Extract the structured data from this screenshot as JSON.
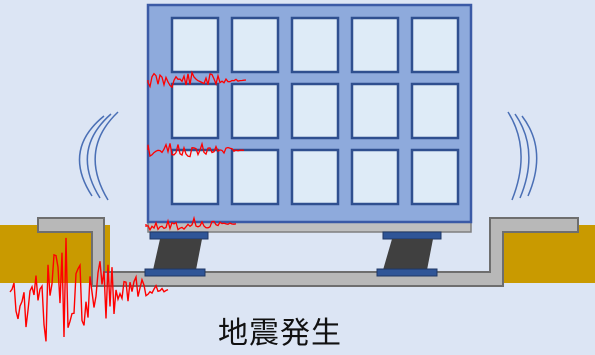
{
  "caption": "地震発生",
  "colors": {
    "background": "#dce5f4",
    "building": "#8eaadc",
    "building_stroke": "#3b5aa6",
    "window": "#deebf7",
    "ground": "#c99a00",
    "foundation": "#b8b8b8",
    "isolator": "#404040",
    "isolator_plate": "#2f5597",
    "seismic_wave": "#ff0000",
    "sway_lines": "#4a6fb5"
  },
  "icons": {
    "building": "building-icon",
    "isolator": "seismic-isolator-icon",
    "wave": "seismic-wave-icon",
    "sway": "sway-lines-icon"
  },
  "windows": {
    "rows": 3,
    "cols": 5
  }
}
